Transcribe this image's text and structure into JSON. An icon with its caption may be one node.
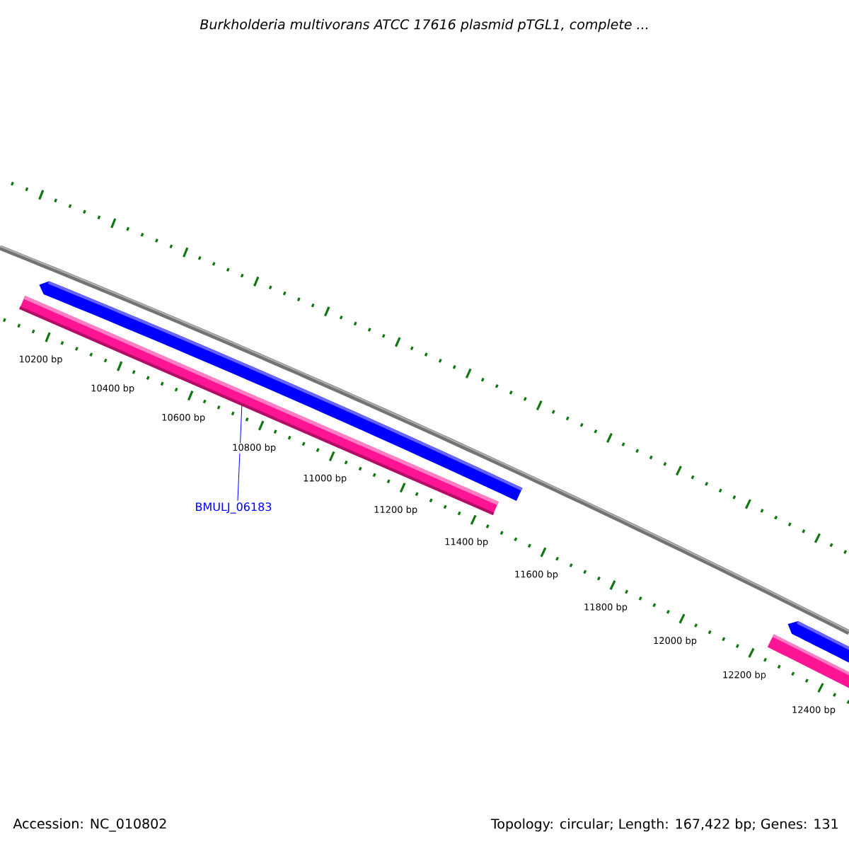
{
  "diagram": {
    "title": "*Burkholderia multivorans* ATCC 17616 plasmid pTGL1, complete ...",
    "nodes": [
      {
        "text": [
          "BMULJ_06183"
        ]
      },
      {
        "text": [],
        "shape": "bar"
      }
    ],
    "edges": [
      {
        "from": 0,
        "to": 1,
        "arrow": "none",
        "color": "#0000ff"
      }
    ],
    "labels": [
      "10200 bp",
      "10400 bp",
      "10600 bp",
      "10800 bp",
      "11000 bp",
      "11200 bp",
      "11400 bp",
      "11600 bp",
      "11800 bp",
      "12000 bp",
      "12200 bp",
      "12400 bp",
      "Accession: NC_010802",
      "Topology: circular; Length: 167,422 bp; Genes: 131"
    ]
  }
}
